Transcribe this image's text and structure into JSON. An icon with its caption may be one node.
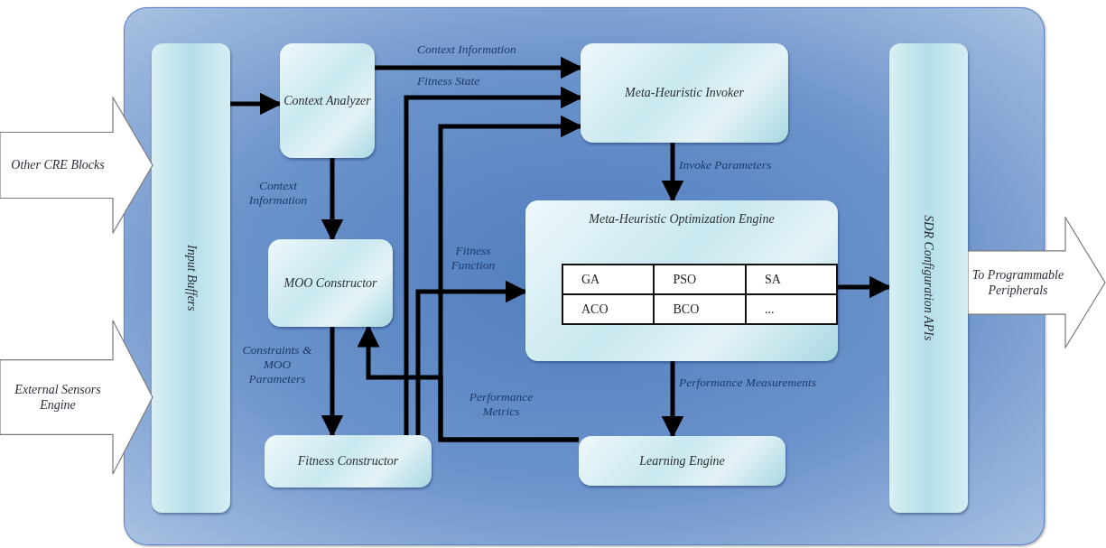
{
  "diagram": {
    "nodes": [
      {
        "text": [
          "Other CRE Blocks"
        ]
      },
      {
        "text": [
          "External Sensors Engine"
        ]
      },
      {
        "text": [],
        "shape": "box"
      },
      {
        "text": [
          "Input Buffers"
        ],
        "in": 2
      },
      {
        "text": [
          "Context Analyzer"
        ],
        "in": 2
      },
      {
        "text": [
          "MOO Constructor"
        ],
        "in": 2
      },
      {
        "text": [
          "Fitness Constructor"
        ],
        "in": 2
      },
      {
        "text": [
          "Meta-Heuristic Invoker"
        ],
        "in": 2
      },
      {
        "text": [
          "Meta-Heuristic Optimization Engine"
        ],
        "in": 2
      },
      {
        "text": [
          "Learning Engine"
        ],
        "in": 2
      },
      {
        "text": [
          "SDR Configuration APIs"
        ],
        "in": 2
      },
      {
        "text": [
          "To Programmable Peripherals"
        ]
      }
    ],
    "edges": [
      {
        "from": 3,
        "to": 4,
        "arrow": "to"
      },
      {
        "from": 4,
        "to": 7,
        "arrow": "to",
        "label": "Context Information"
      },
      {
        "from": 4,
        "to": 5,
        "arrow": "to",
        "label": "Context Information"
      },
      {
        "from": 5,
        "to": 6,
        "arrow": "to",
        "label": "Constraints & MOO Parameters"
      },
      {
        "from": 6,
        "to": 7,
        "arrow": "to",
        "label": "Fitness State"
      },
      {
        "from": 6,
        "to": 8,
        "arrow": "to",
        "label": "Fitness Function"
      },
      {
        "from": 7,
        "to": 8,
        "arrow": "to",
        "label": "Invoke Parameters"
      },
      {
        "from": 8,
        "to": 9,
        "arrow": "to",
        "label": "Performance Measurements"
      },
      {
        "from": 9,
        "to": 7,
        "arrow": "to",
        "label": "Performance Metrics"
      },
      {
        "from": 9,
        "to": 5,
        "arrow": "to"
      },
      {
        "from": 8,
        "to": 10,
        "arrow": "to"
      }
    ],
    "labels": [
      "GA",
      "PSO",
      "SA",
      "ACO",
      "BCO",
      "..."
    ]
  }
}
